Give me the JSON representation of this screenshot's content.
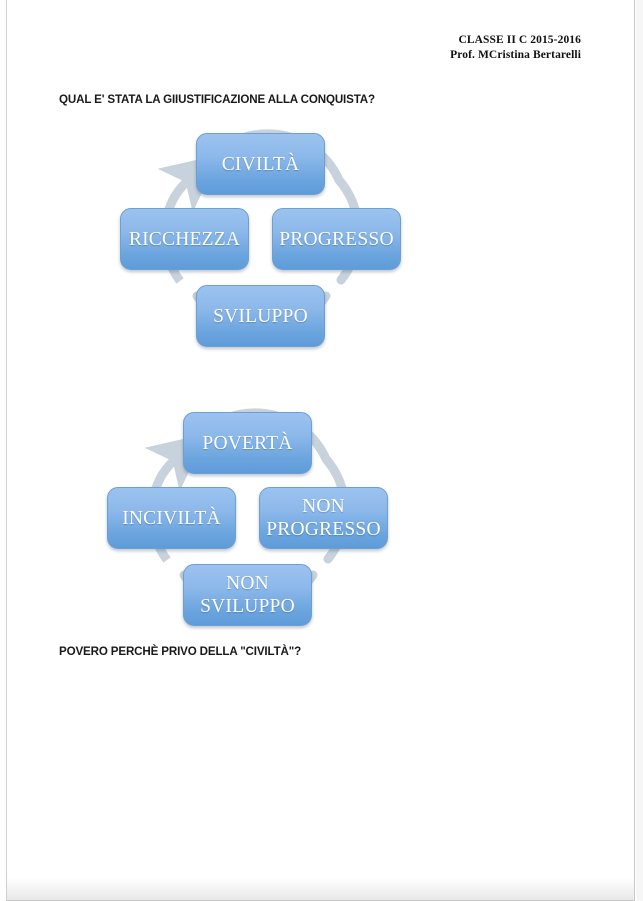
{
  "header": {
    "line1": "CLASSE II C 2015-2016",
    "line2": "Prof. MCristina Bertarelli"
  },
  "captions": {
    "top": "QUAL E' STATA LA GIIUSTIFICAZIONE ALLA CONQUISTA?",
    "bottom": "POVERO PERCHÈ PRIVO DELLA \"CIVILTÀ\"?"
  },
  "colors": {
    "node_top": "#9cc3ef",
    "node_bottom": "#5e9cd9",
    "node_border": "#6d9fd0",
    "arrow_ring": "#c8d2dc",
    "text": "#ffffff",
    "page_background": "#ffffff"
  },
  "diagrams": [
    {
      "name": "civilta-cycle",
      "direction": "clockwise",
      "nodes": [
        {
          "position": "top",
          "label": "CIVILTÀ"
        },
        {
          "position": "right",
          "label": "PROGRESSO"
        },
        {
          "position": "bottom",
          "label": "SVILUPPO"
        },
        {
          "position": "left",
          "label": "RICCHEZZA"
        }
      ]
    },
    {
      "name": "poverta-cycle",
      "direction": "clockwise",
      "nodes": [
        {
          "position": "top",
          "label": "POVERTÀ"
        },
        {
          "position": "right",
          "label": "NON\nPROGRESSO"
        },
        {
          "position": "bottom",
          "label": "NON\nSVILUPPO"
        },
        {
          "position": "left",
          "label": "INCIVILTÀ"
        }
      ]
    }
  ]
}
